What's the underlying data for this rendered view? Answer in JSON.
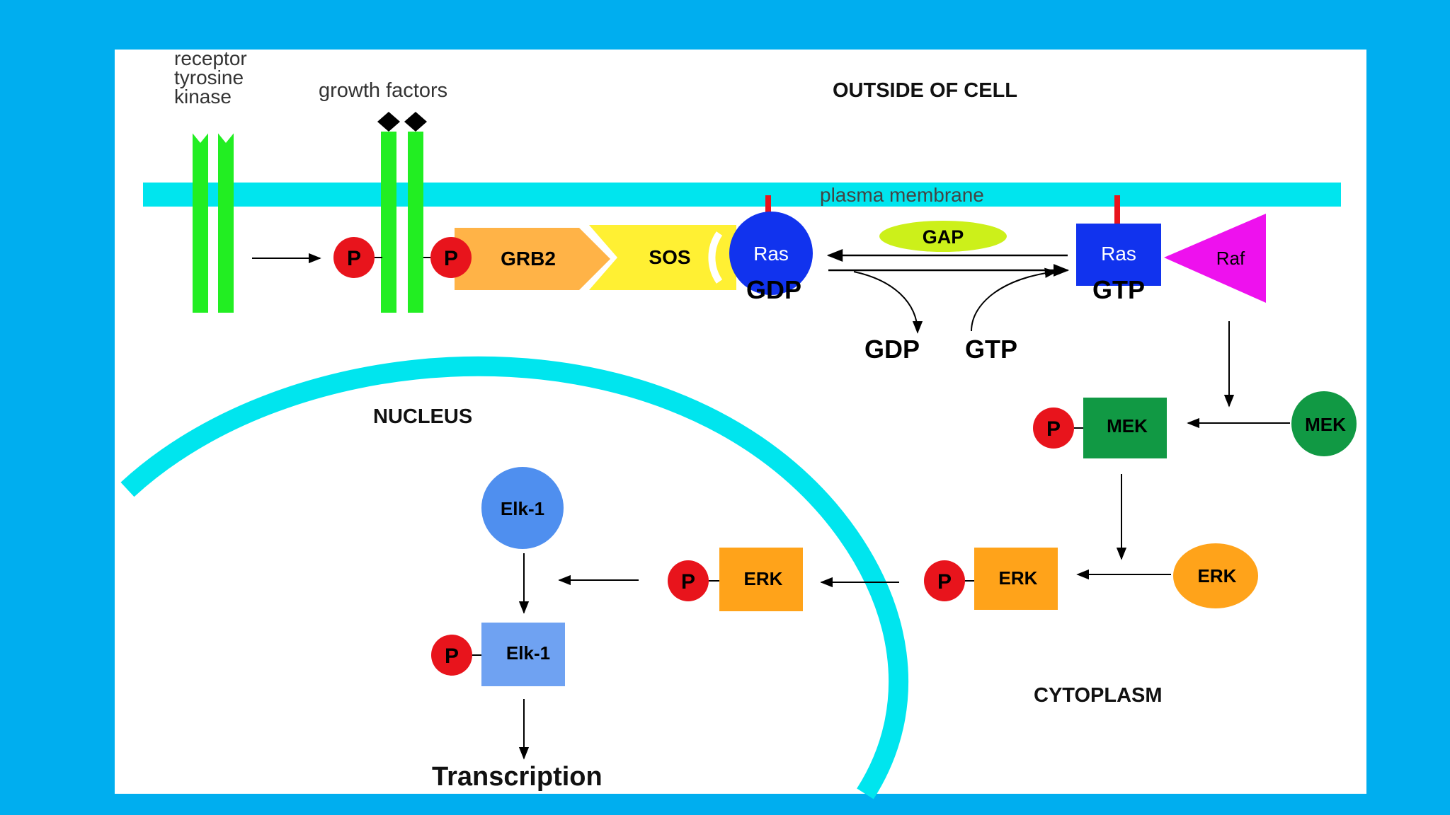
{
  "colors": {
    "background": "#00AEEF",
    "panel": "#FFFFFF",
    "membrane": "#00E5EE",
    "receptor": "#22EE22",
    "phospho": "#E8141C",
    "grb2": "#FFB347",
    "sos": "#FFF033",
    "ras": "#1133EE",
    "gap": "#CCF01A",
    "raf": "#EE11EE",
    "mek": "#119944",
    "erk": "#FFA31A",
    "elk_circle": "#4F8FEF",
    "elk_square": "#6FA2F2"
  },
  "labels": {
    "receptor_line1": "receptor",
    "receptor_line2": "tyrosine",
    "receptor_line3": "kinase",
    "growth_factors": "growth factors",
    "outside": "OUTSIDE OF CELL",
    "membrane": "plasma membrane",
    "nucleus": "NUCLEUS",
    "cytoplasm": "CYTOPLASM",
    "transcription": "Transcription",
    "gdp_free": "GDP",
    "gtp_free": "GTP"
  },
  "nodes": {
    "p": "P",
    "grb2": "GRB2",
    "sos": "SOS",
    "gap": "GAP",
    "ras": "Ras",
    "ras_gdp": "GDP",
    "ras_gtp": "GTP",
    "raf": "Raf",
    "mek": "MEK",
    "erk": "ERK",
    "elk": "Elk-1"
  }
}
